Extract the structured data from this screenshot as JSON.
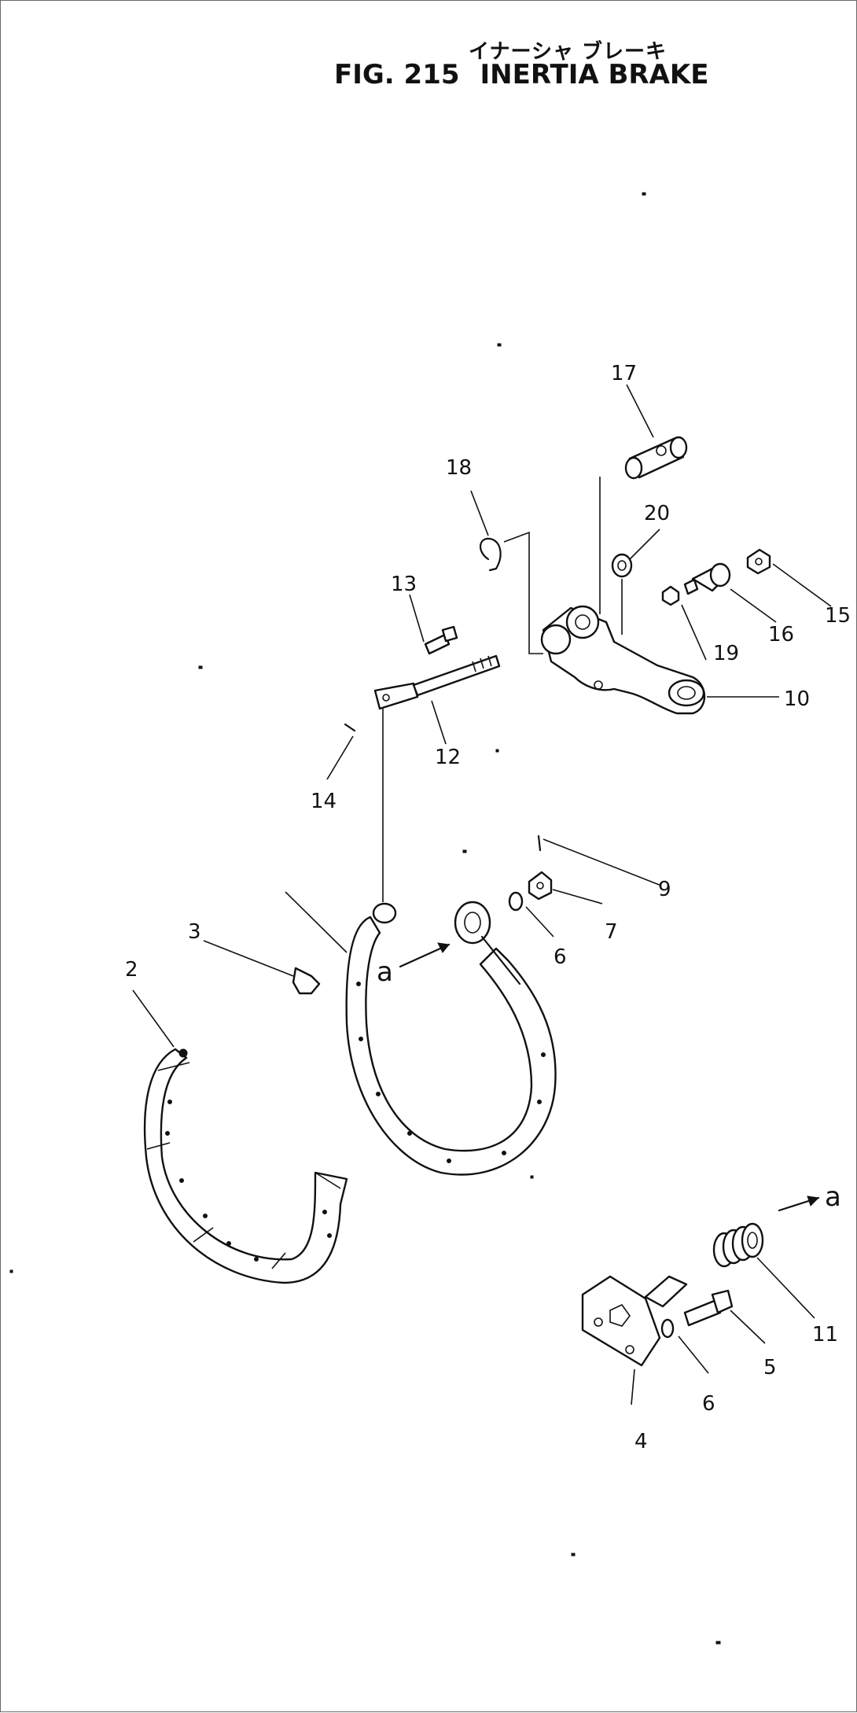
{
  "title": {
    "japanese": "イナーシャ ブレーキ",
    "figure_number": "FIG. 215",
    "name": "INERTIA BRAKE"
  },
  "callouts": [
    {
      "id": "c2",
      "text": "2"
    },
    {
      "id": "c3",
      "text": "3"
    },
    {
      "id": "c4",
      "text": "4"
    },
    {
      "id": "c5",
      "text": "5"
    },
    {
      "id": "c6a",
      "text": "6"
    },
    {
      "id": "c6b",
      "text": "6"
    },
    {
      "id": "c7",
      "text": "7"
    },
    {
      "id": "c9",
      "text": "9"
    },
    {
      "id": "c10",
      "text": "10"
    },
    {
      "id": "c11",
      "text": "11"
    },
    {
      "id": "c12",
      "text": "12"
    },
    {
      "id": "c13",
      "text": "13"
    },
    {
      "id": "c14",
      "text": "14"
    },
    {
      "id": "c15",
      "text": "15"
    },
    {
      "id": "c16",
      "text": "16"
    },
    {
      "id": "c17",
      "text": "17"
    },
    {
      "id": "c18",
      "text": "18"
    },
    {
      "id": "c19",
      "text": "19"
    },
    {
      "id": "c20",
      "text": "20"
    }
  ],
  "reference_marks": [
    {
      "id": "ra1",
      "text": "a"
    },
    {
      "id": "ra2",
      "text": "a"
    }
  ]
}
